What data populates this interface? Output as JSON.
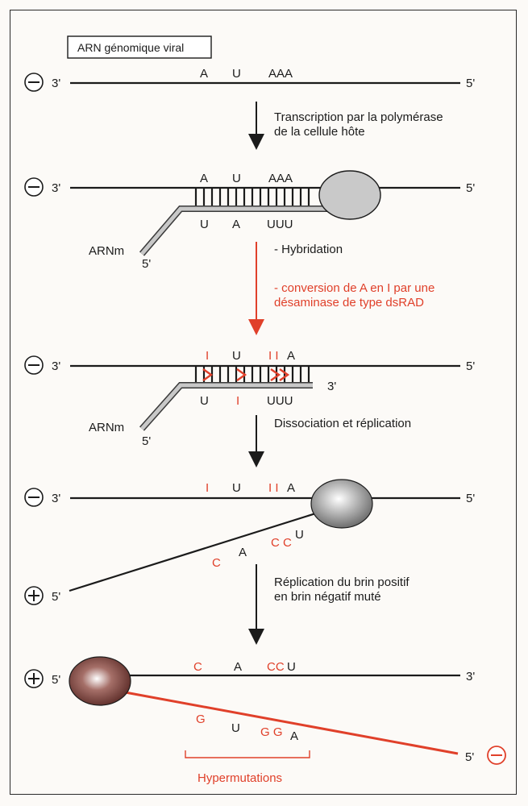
{
  "title": "ARN génomique viral",
  "colors": {
    "black": "#1b1b1b",
    "red": "#e0402a",
    "grey_strand": "#c8c8c8"
  },
  "labels": {
    "minus": "−",
    "plus": "+",
    "end3": "3'",
    "end5": "5'",
    "arnm": "ARNm"
  },
  "row1": {
    "bases": [
      "A",
      "U",
      "AAA"
    ]
  },
  "step1": {
    "line1": "Transcription par la polymérase",
    "line2": "de la cellule hôte"
  },
  "row2": {
    "top": [
      "A",
      "U",
      "AAA"
    ],
    "bottom": [
      "U",
      "A",
      "UUU"
    ]
  },
  "step2": {
    "line1": "- Hybridation",
    "line2": "- conversion de A en I par une",
    "line3": "désaminase de type dsRAD"
  },
  "row3": {
    "top_I1": "I",
    "top_U": "U",
    "top_II": "I I",
    "top_A": "A",
    "bottom_U": "U",
    "bottom_I": "I",
    "bottom_UUU": "UUU"
  },
  "step3": {
    "line1": "Dissociation et réplication"
  },
  "row4": {
    "top_I1": "I",
    "top_U": "U",
    "top_II": "I I",
    "top_A": "A",
    "new_C1": "C",
    "new_A": "A",
    "new_CC": "C C",
    "new_U": "U"
  },
  "step4": {
    "line1": "Réplication du brin positif",
    "line2": "en brin négatif muté"
  },
  "row5": {
    "top_C": "C",
    "top_A": "A",
    "top_CC": "CC",
    "top_U": "U",
    "new_G1": "G",
    "new_U": "U",
    "new_GG": "G G",
    "new_A": "A"
  },
  "hypermutations": "Hypermutations"
}
